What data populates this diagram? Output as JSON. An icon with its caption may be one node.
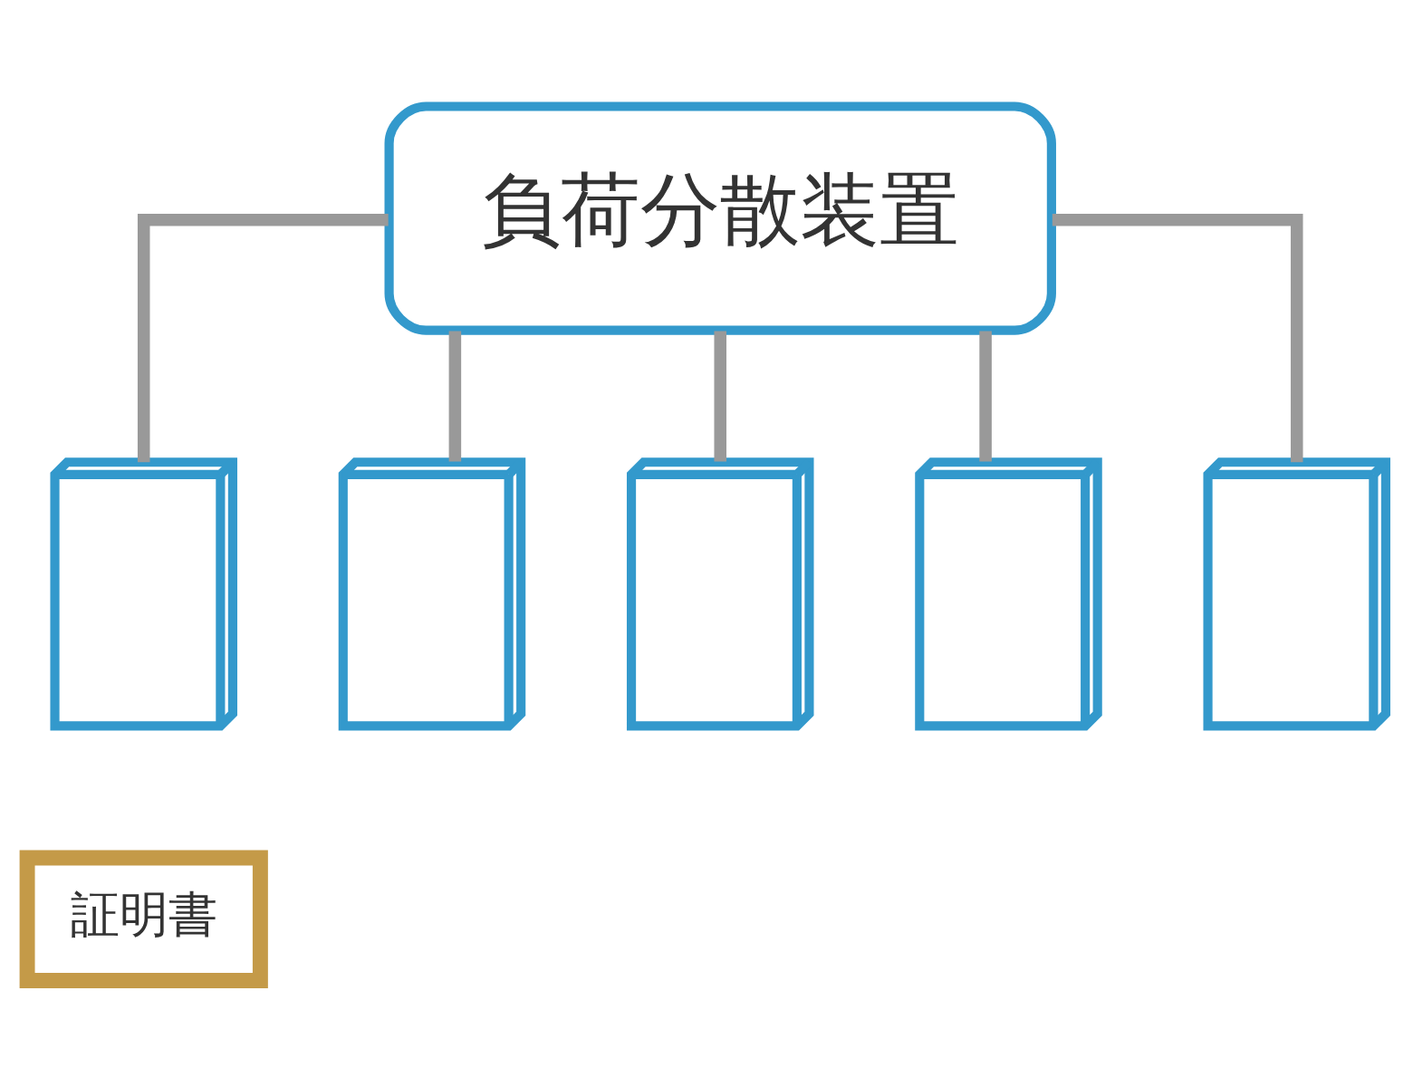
{
  "diagram": {
    "nodes": [
      {
        "text": [
          "負荷分散装置"
        ]
      },
      {
        "text": [],
        "shape": "box"
      },
      {
        "text": [],
        "shape": "box"
      },
      {
        "text": [],
        "shape": "box"
      },
      {
        "text": [],
        "shape": "box"
      },
      {
        "text": [],
        "shape": "box"
      },
      {
        "text": [
          "証明書"
        ]
      }
    ],
    "edges": [
      {
        "from": 0,
        "to": 1,
        "arrow": "none"
      },
      {
        "from": 0,
        "to": 2,
        "arrow": "none"
      },
      {
        "from": 0,
        "to": 3,
        "arrow": "none"
      },
      {
        "from": 0,
        "to": 4,
        "arrow": "none"
      },
      {
        "from": 0,
        "to": 5,
        "arrow": "none"
      }
    ]
  }
}
